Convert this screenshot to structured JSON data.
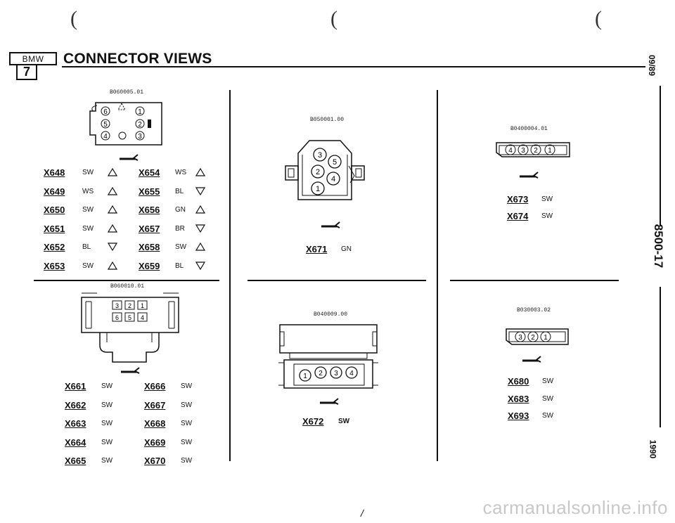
{
  "header": {
    "logo_top": "BMW",
    "logo_bottom": "7",
    "title": "CONNECTOR VIEWS"
  },
  "side": {
    "top_date": "09/89",
    "code": "8500-17",
    "bottom_year": "1990"
  },
  "panels": {
    "p1": {
      "code": "B060005.01",
      "pins": [
        "6",
        "1",
        "5",
        "2",
        "4",
        "3"
      ],
      "rows": [
        {
          "left": "X648",
          "lcolor": "SW",
          "ltri": "up",
          "right": "X654",
          "rcolor": "WS",
          "rtri": "up"
        },
        {
          "left": "X649",
          "lcolor": "WS",
          "ltri": "up",
          "right": "X655",
          "rcolor": "BL",
          "rtri": "down"
        },
        {
          "left": "X650",
          "lcolor": "SW",
          "ltri": "up",
          "right": "X656",
          "rcolor": "GN",
          "rtri": "up"
        },
        {
          "left": "X651",
          "lcolor": "SW",
          "ltri": "up",
          "right": "X657",
          "rcolor": "BR",
          "rtri": "down"
        },
        {
          "left": "X652",
          "lcolor": "BL",
          "ltri": "down",
          "right": "X658",
          "rcolor": "SW",
          "rtri": "up"
        },
        {
          "left": "X653",
          "lcolor": "SW",
          "ltri": "up",
          "right": "X659",
          "rcolor": "BL",
          "rtri": "down"
        }
      ]
    },
    "p2": {
      "code": "B060010.01",
      "pins": [
        "3",
        "2",
        "1",
        "6",
        "5",
        "4"
      ],
      "rows": [
        {
          "left": "X661",
          "lcolor": "SW",
          "right": "X666",
          "rcolor": "SW"
        },
        {
          "left": "X662",
          "lcolor": "SW",
          "right": "X667",
          "rcolor": "SW"
        },
        {
          "left": "X663",
          "lcolor": "SW",
          "right": "X668",
          "rcolor": "SW"
        },
        {
          "left": "X664",
          "lcolor": "SW",
          "right": "X669",
          "rcolor": "SW"
        },
        {
          "left": "X665",
          "lcolor": "SW",
          "right": "X670",
          "rcolor": "SW"
        }
      ]
    },
    "p3": {
      "code": "B050001.00",
      "pins": [
        "3",
        "5",
        "2",
        "4",
        "1"
      ],
      "conn": "X671",
      "color": "GN"
    },
    "p4": {
      "code": "B040009.00",
      "pins": [
        "1",
        "2",
        "3",
        "4"
      ],
      "conn": "X672",
      "color": "SW"
    },
    "p5": {
      "code": "B0400004.01",
      "pins": [
        "4",
        "3",
        "2",
        "1"
      ],
      "rows": [
        {
          "conn": "X673",
          "color": "SW"
        },
        {
          "conn": "X674",
          "color": "SW"
        }
      ]
    },
    "p6": {
      "code": "B030003.02",
      "pins": [
        "3",
        "2",
        "1"
      ],
      "rows": [
        {
          "conn": "X680",
          "color": "SW"
        },
        {
          "conn": "X683",
          "color": "SW"
        },
        {
          "conn": "X693",
          "color": "SW"
        }
      ]
    }
  },
  "footer_mark": "/",
  "watermark": "carmanualsonline.info"
}
